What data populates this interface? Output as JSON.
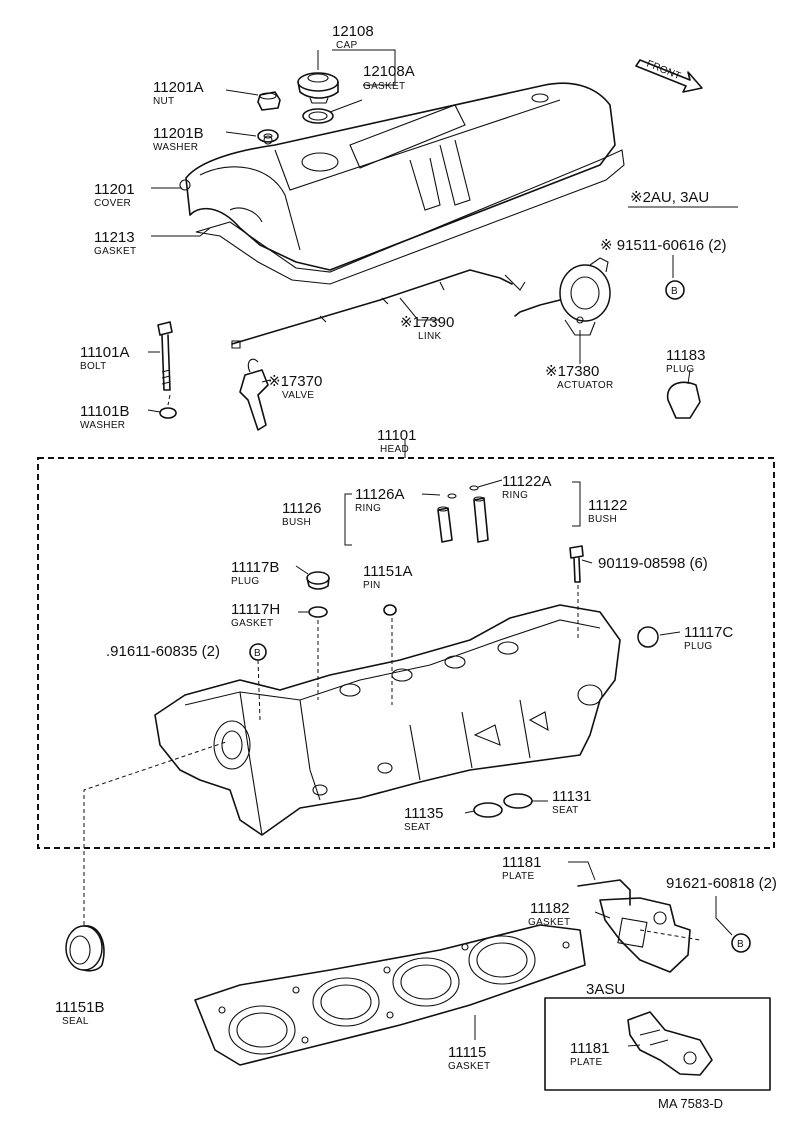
{
  "diagram": {
    "footer_code": "MA 7583-D",
    "front_label": "FRONT",
    "model_note": "※2AU, 3AU",
    "inset_label": "3ASU",
    "ref_symbol": "B"
  },
  "parts": {
    "p12108": {
      "number": "12108",
      "name": "CAP"
    },
    "p12108a": {
      "number": "12108A",
      "name": "GASKET"
    },
    "p11201a": {
      "number": "11201A",
      "name": "NUT"
    },
    "p11201b": {
      "number": "11201B",
      "name": "WASHER"
    },
    "p11201": {
      "number": "11201",
      "name": "COVER"
    },
    "p11213": {
      "number": "11213",
      "name": "GASKET"
    },
    "p91511": {
      "number": "※ 91511-60616 (2)",
      "name": ""
    },
    "p17390": {
      "number": "※17390",
      "name": "LINK"
    },
    "p17380": {
      "number": "※17380",
      "name": "ACTUATOR"
    },
    "p11183": {
      "number": "11183",
      "name": "PLUG"
    },
    "p11101a": {
      "number": "11101A",
      "name": "BOLT"
    },
    "p17370": {
      "number": "※17370",
      "name": "VALVE"
    },
    "p11101b": {
      "number": "11101B",
      "name": "WASHER"
    },
    "p11101": {
      "number": "11101",
      "name": "HEAD"
    },
    "p11126": {
      "number": "11126",
      "name": "BUSH"
    },
    "p11126a": {
      "number": "11126A",
      "name": "RING"
    },
    "p11122a": {
      "number": "11122A",
      "name": "RING"
    },
    "p11122": {
      "number": "11122",
      "name": "BUSH"
    },
    "p11117b": {
      "number": "11117B",
      "name": "PLUG"
    },
    "p11151a": {
      "number": "11151A",
      "name": "PIN"
    },
    "p90119": {
      "number": "90119-08598 (6)",
      "name": ""
    },
    "p11117h": {
      "number": "11117H",
      "name": "GASKET"
    },
    "p11117c": {
      "number": "11117C",
      "name": "PLUG"
    },
    "p91611": {
      "number": ".91611-60835 (2)",
      "name": ""
    },
    "p11131": {
      "number": "11131",
      "name": "SEAT"
    },
    "p11135": {
      "number": "11135",
      "name": "SEAT"
    },
    "p11181": {
      "number": "11181",
      "name": "PLATE"
    },
    "p91621": {
      "number": "91621-60818 (2)",
      "name": ""
    },
    "p11182": {
      "number": "11182",
      "name": "GASKET"
    },
    "p11151b": {
      "number": "11151B",
      "name": "SEAL"
    },
    "p11115": {
      "number": "11115",
      "name": "GASKET"
    },
    "p11181b": {
      "number": "11181",
      "name": "PLATE"
    }
  }
}
